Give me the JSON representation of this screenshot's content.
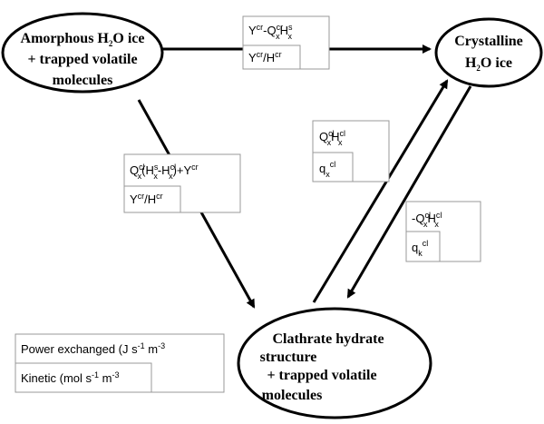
{
  "nodes": {
    "amorphous": {
      "line1_a": "Amorphous H",
      "line1_sub": "2",
      "line1_b": "O ice",
      "line2": "+ trapped volatile",
      "line3": "molecules"
    },
    "crystalline": {
      "line1": "Crystalline",
      "line2_a": "H",
      "line2_sub": "2",
      "line2_b": "O ice"
    },
    "clathrate": {
      "line1": "Clathrate hydrate",
      "line2": "structure",
      "line3": "+ trapped volatile",
      "line4": "molecules"
    }
  },
  "labels": {
    "amorph_to_cryst": {
      "power": {
        "a": "Y",
        "a_sup": "cr",
        "b": "-Q",
        "b_sup": "cr",
        "b_sub": "x",
        "c": "H",
        "c_sup": "s",
        "c_sub": "x"
      },
      "kinetic": {
        "a": "Y",
        "a_sup": "cr",
        "b": "/H",
        "b_sup": "cr"
      }
    },
    "amorph_to_clath": {
      "power": {
        "a": "Q",
        "a_sup": "cl",
        "a_sub": "x",
        "b": "(H",
        "b_sup": "s",
        "b_sub": "x",
        "c": "-H",
        "c_sup": "cl",
        "c_sub": "x",
        "d": ")+Y",
        "d_sup": "cr"
      },
      "kinetic": {
        "a": "Y",
        "a_sup": "cr",
        "b": "/H",
        "b_sup": "cr"
      }
    },
    "clath_to_cryst": {
      "power": {
        "a": "Q",
        "a_sup": "cl",
        "a_sub": "x",
        "b": "H",
        "b_sup": "cl",
        "b_sub": "x"
      },
      "kinetic": {
        "a": "q",
        "a_sub": "x",
        "a_sup": "cl"
      }
    },
    "cryst_to_clath": {
      "power": {
        "a": "-Q",
        "a_sup": "cl",
        "a_sub": "x",
        "b": "H",
        "b_sup": "cl",
        "b_sub": "x"
      },
      "kinetic": {
        "a": "q",
        "a_sub": "k",
        "a_sup": "cl"
      }
    }
  },
  "legend": {
    "power": {
      "a": "Power exchanged (J s",
      "a_sup1": "-1",
      "b": " m",
      "b_sup": "-3"
    },
    "kinetic": {
      "a": "Kinetic (mol s",
      "a_sup1": "-1",
      "b": " m",
      "b_sup": "-3"
    }
  }
}
